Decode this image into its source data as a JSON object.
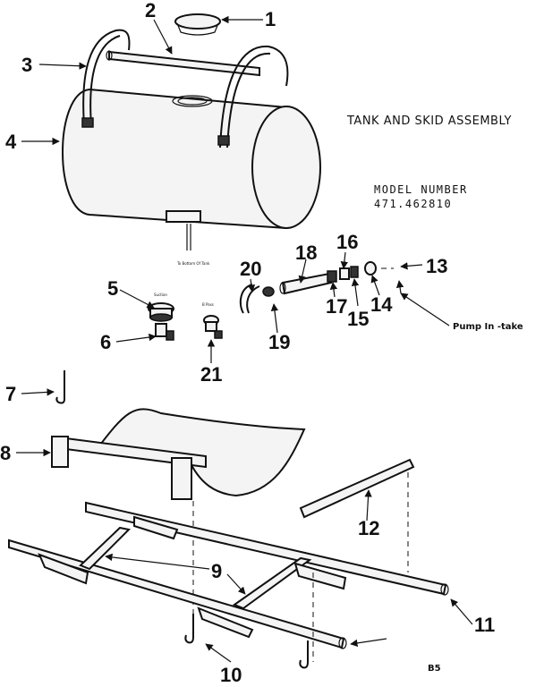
{
  "diagram": {
    "title": "TANK AND SKID ASSEMBLY",
    "model_label": "MODEL NUMBER",
    "model_number": "471.462810",
    "page_code": "B5",
    "tank_bottom_note": "To Bottom Of Tank",
    "suction_note": "Suction",
    "bypass_note": "B Pass",
    "pump_intake_note": "Pump In -take",
    "part_numbers": {
      "p1": "1",
      "p2": "2",
      "p3": "3",
      "p4": "4",
      "p5": "5",
      "p6": "6",
      "p7": "7",
      "p8": "8",
      "p9": "9",
      "p10": "10",
      "p11": "11",
      "p12": "12",
      "p13": "13",
      "p14": "14",
      "p15": "15",
      "p16": "16",
      "p17": "17",
      "p18": "18",
      "p19": "19",
      "p20": "20",
      "p21": "21"
    }
  }
}
